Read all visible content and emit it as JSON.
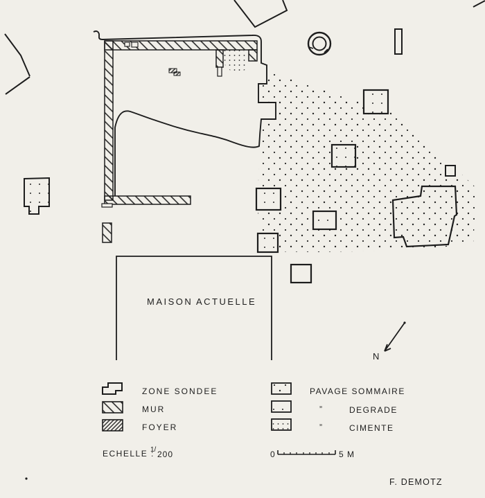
{
  "plan": {
    "maison": {
      "word1": "MAISON",
      "word2": "ACTUELLE"
    },
    "north_label": "N"
  },
  "legend": {
    "left": [
      {
        "symbol": "zone-sondee",
        "label": "ZONE SONDEE"
      },
      {
        "symbol": "mur-hatch",
        "label": "MUR"
      },
      {
        "symbol": "foyer-hatch",
        "label": "FOYER"
      }
    ],
    "right": [
      {
        "symbol": "pavage-dots",
        "ditto": "",
        "label": "PAVAGE SOMMAIRE"
      },
      {
        "symbol": "degrade-dots",
        "ditto": "”",
        "label": "DEGRADE"
      },
      {
        "symbol": "cimente-dots",
        "ditto": "”",
        "label": "CIMENTE"
      }
    ]
  },
  "scale": {
    "label": "ECHELLE :",
    "ratio_sup": "1/",
    "ratio_value": "200",
    "bar_start": "0",
    "bar_end": "5 M"
  },
  "credit": "F. DEMOTZ",
  "colors": {
    "paper": "#f1efe9",
    "ink": "#1d1d1d"
  }
}
